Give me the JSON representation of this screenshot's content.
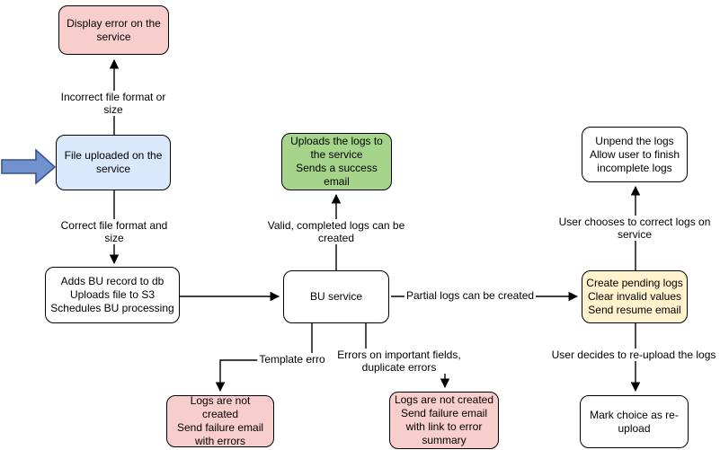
{
  "diagram": {
    "type": "flowchart",
    "nodes": {
      "display_error": "Display error on the\nservice",
      "file_uploaded": "File uploaded on the\nservice",
      "adds_bu": "Adds BU record to db\nUploads file to S3\nSchedules BU processing",
      "bu_service": "BU service",
      "uploads_logs": "Uploads the logs to\nthe service\nSends a success\nemail",
      "create_pending": "Create pending logs\nClear invalid values\nSend resume email",
      "unpend_logs": "Unpend the logs\nAllow user to finish\nincomplete logs",
      "mark_choice": "Mark choice as re-\nupload",
      "logs_not_created_errors": "Logs are not created\nSend failure email\nwith errors",
      "logs_not_created_summary": "Logs are not created\nSend failure email\nwith link to error\nsummary"
    },
    "edge_labels": {
      "incorrect_file": "Incorrect file format or size",
      "correct_file": "Correct file format and size",
      "valid_logs": "Valid, completed logs can be created",
      "partial_logs": "Partial logs can be created",
      "template_errors": "Template errors",
      "field_errors": "Errors on important fields,\nduplicate errors",
      "user_correct": "User chooses to correct logs on service",
      "user_reupload": "User decides to re-upload the logs"
    },
    "colors": {
      "node_pink": "#f8cecc",
      "node_blue": "#dae8fc",
      "node_green": "#a6d48b",
      "node_yellow": "#fff2cc",
      "node_white": "#ffffff",
      "node_border": "#000000",
      "edge_stroke": "#000000",
      "entry_arrow_fill": "#7191cf",
      "entry_arrow_stroke": "#36538e"
    }
  }
}
